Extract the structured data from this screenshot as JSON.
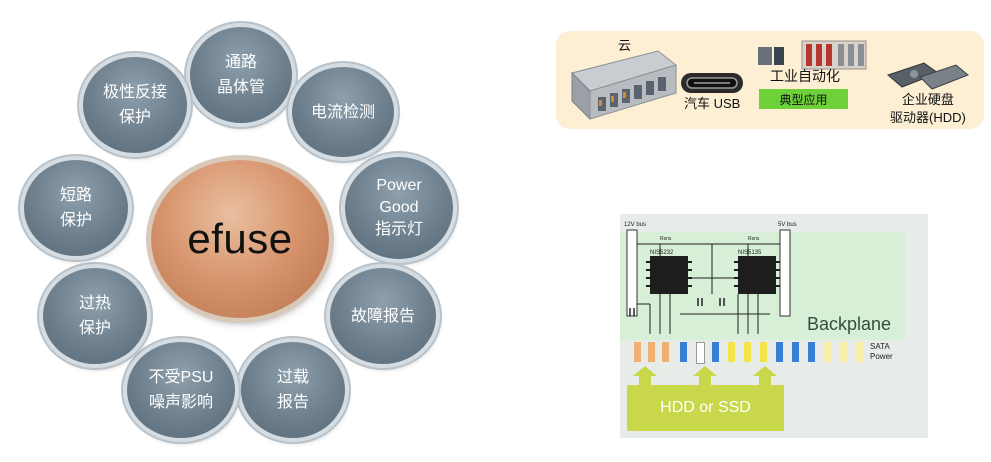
{
  "diagram": {
    "center": "efuse",
    "features": [
      "通路\n晶体管",
      "电流检测",
      "Power\nGood\n指示灯",
      "故障报告",
      "过载\n报告",
      "不受PSU\n噪声影响",
      "过热\n保护",
      "短路\n保护",
      "极性反接\n保护"
    ]
  },
  "applications": {
    "cloud": "云",
    "usb": "汽车 USB",
    "industrial": "工业自动化",
    "typical": "典型应用",
    "hdd": "企业硬盘\n驱动器(HDD)"
  },
  "backplane": {
    "title": "Backplane",
    "sata": "SATA\nPower",
    "bus12": "12V bus",
    "bus5": "5V bus",
    "chip1": "NIS5232",
    "chip2": "NIS5135",
    "rsns": "Rsns",
    "drive": "HDD or SSD"
  },
  "colors": {
    "satellite": "#6d7f8d",
    "center": "#d6926a",
    "card": "#fcefd3",
    "typical": "#6fd13a",
    "band": "#d7efd6",
    "drive": "#c8d84a"
  }
}
